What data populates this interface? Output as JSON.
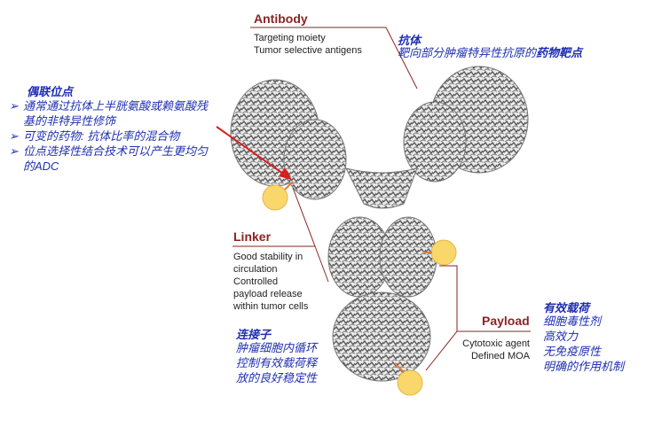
{
  "antibody": {
    "title": "Antibody",
    "lines": [
      "Targeting moiety",
      "Tumor selective antigens"
    ],
    "cn_title": "抗体",
    "cn_desc_prefix": "靶向部分肿瘤特异性抗原的",
    "cn_desc_bold": "药物靶点"
  },
  "conjugation_site": {
    "title": "偶联位点",
    "bullets": [
      "通常通过抗体上半胱氨酸或赖氨酸残基的非特异性修饰",
      "可变的药物: 抗体比率的混合物",
      "位点选择性结合技术可以产生更均匀的ADC"
    ],
    "bullet_marker": "➢"
  },
  "linker": {
    "title": "Linker",
    "lines": [
      "Good stability in",
      "circulation",
      "Controlled",
      "payload release",
      "within tumor cells"
    ],
    "cn_title": "连接子",
    "cn_lines": [
      "肿瘤细胞内循环",
      "控制有效载荷释",
      "放的良好稳定性"
    ]
  },
  "payload": {
    "title": "Payload",
    "lines": [
      "Cytotoxic agent",
      "Defined MOA"
    ],
    "cn_title": "有效载荷",
    "cn_lines": [
      "细胞毒性剂",
      "高效力",
      "无免疫原性",
      "明确的作用机制"
    ]
  },
  "colors": {
    "title_red": "#8b2323",
    "cn_blue": "#1f2fb0",
    "payload_yellow": "#f9d76a",
    "arrow_red": "#d61f1f",
    "protein_gray": "#555555"
  }
}
